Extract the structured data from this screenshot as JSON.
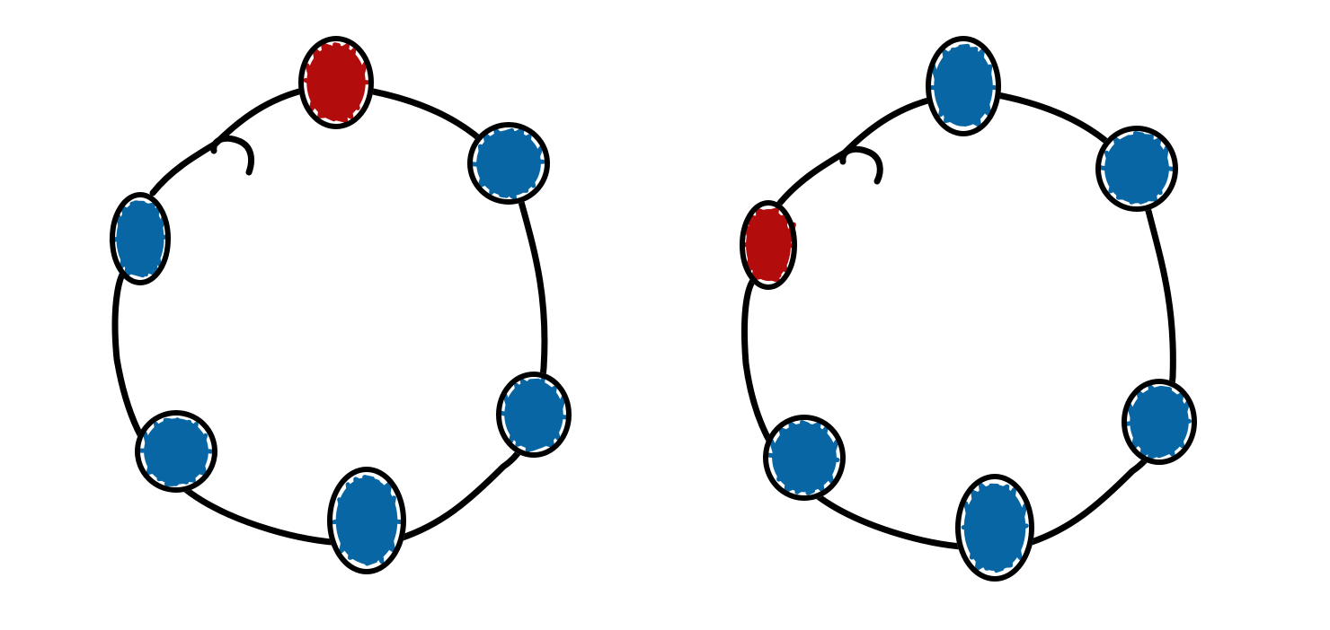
{
  "colors": {
    "outline": "#000000",
    "normal_node": "#0866a4",
    "highlight_node": "#b30c0c",
    "background": "#ffffff"
  },
  "diagrams": [
    {
      "id": "ring-left",
      "nodes": [
        {
          "name": "top",
          "state": "highlight"
        },
        {
          "name": "upper-right",
          "state": "normal"
        },
        {
          "name": "lower-right",
          "state": "normal"
        },
        {
          "name": "bottom",
          "state": "normal"
        },
        {
          "name": "lower-left",
          "state": "normal"
        },
        {
          "name": "upper-left",
          "state": "normal"
        }
      ]
    },
    {
      "id": "ring-right",
      "nodes": [
        {
          "name": "top",
          "state": "normal"
        },
        {
          "name": "upper-right",
          "state": "normal"
        },
        {
          "name": "lower-right",
          "state": "normal"
        },
        {
          "name": "bottom",
          "state": "normal"
        },
        {
          "name": "lower-left",
          "state": "normal"
        },
        {
          "name": "upper-left",
          "state": "highlight"
        }
      ]
    }
  ]
}
